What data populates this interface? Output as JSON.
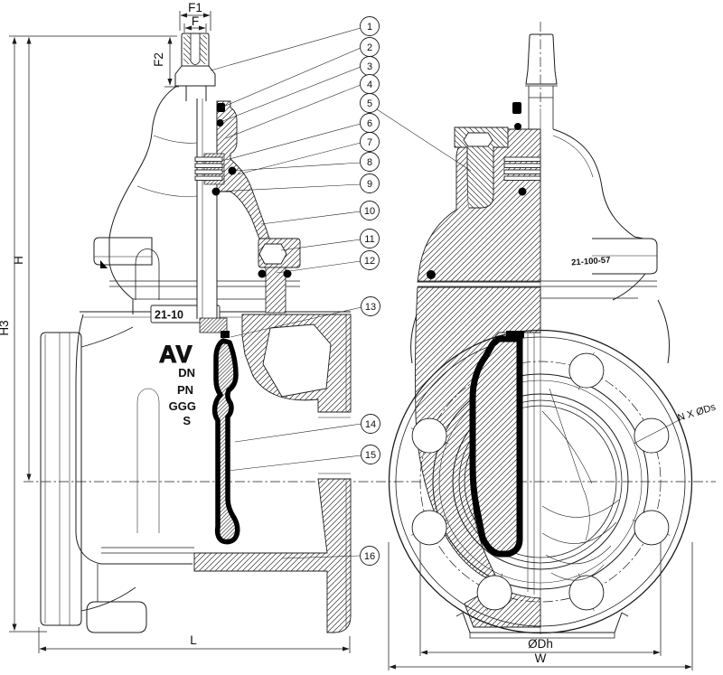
{
  "dimensions": {
    "f1": "F1",
    "f": "F",
    "f2": "F2",
    "h": "H",
    "h3": "H3",
    "l": "L",
    "dh": "ØDh",
    "w": "W",
    "bolt_pattern": "N X ØDs"
  },
  "callouts": [
    "1",
    "2",
    "3",
    "4",
    "5",
    "6",
    "7",
    "8",
    "9",
    "10",
    "11",
    "12",
    "13",
    "14",
    "15",
    "16"
  ],
  "nameplate": {
    "model": "21-10",
    "brand": "AV",
    "row1": "DN",
    "row2": "PN",
    "row3": "GGG",
    "row4": "S"
  },
  "front_view": {
    "model_code": "21-100-57"
  },
  "colors": {
    "line": "#1c1c1c",
    "seal": "#000000",
    "paper": "#ffffff"
  }
}
